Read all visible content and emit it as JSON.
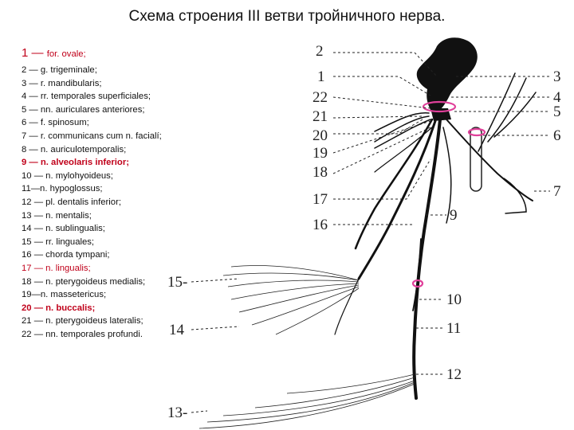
{
  "title": "Схема строения III ветви тройничного нерва.",
  "legend": [
    {
      "num": "1",
      "sep": " — ",
      "text": "for. ovale;",
      "highlight": true,
      "bold": false
    },
    {
      "num": "2",
      "sep": " — ",
      "text": "g. trigeminale;",
      "highlight": false,
      "bold": false
    },
    {
      "num": "3",
      "sep": " — ",
      "text": "r. mandibularis;",
      "highlight": false,
      "bold": false
    },
    {
      "num": "4",
      "sep": " — ",
      "text": "rr. temporales superficiales;",
      "highlight": false,
      "bold": false
    },
    {
      "num": "5",
      "sep": " — ",
      "text": "nn. auriculares anteriores;",
      "highlight": false,
      "bold": false
    },
    {
      "num": "6",
      "sep": " — ",
      "text": "f. spinosum;",
      "highlight": false,
      "bold": false
    },
    {
      "num": "7",
      "sep": " — ",
      "text": "r. communicans cum n. facialí;",
      "highlight": false,
      "bold": false
    },
    {
      "num": "8",
      "sep": " — ",
      "text": "n. auriculotemporalis;",
      "highlight": false,
      "bold": false
    },
    {
      "num": "9",
      "sep": " — ",
      "text": "n. alveolaris inferior;",
      "highlight": true,
      "bold": true
    },
    {
      "num": "10",
      "sep": " — ",
      "text": "n. mylohyoideus;",
      "highlight": false,
      "bold": false
    },
    {
      "num": "11",
      "sep": "—",
      "text": "n. hypoglossus;",
      "highlight": false,
      "bold": false
    },
    {
      "num": "12",
      "sep": " — ",
      "text": "pl. dentalis inferior;",
      "highlight": false,
      "bold": false
    },
    {
      "num": "13",
      "sep": " — ",
      "text": "n. mentalis;",
      "highlight": false,
      "bold": false
    },
    {
      "num": "14",
      "sep": " — ",
      "text": "n. sublingualis;",
      "highlight": false,
      "bold": false
    },
    {
      "num": "15",
      "sep": " — ",
      "text": "rr. linguales;",
      "highlight": false,
      "bold": false
    },
    {
      "num": "16",
      "sep": " — ",
      "text": "chorda tympani;",
      "highlight": false,
      "bold": false
    },
    {
      "num": "17",
      "sep": " — ",
      "text": "n. lingualis;",
      "highlight": true,
      "bold": false
    },
    {
      "num": "18",
      "sep": " — ",
      "text": "n. pterygoideus medialis;",
      "highlight": false,
      "bold": false
    },
    {
      "num": "19",
      "sep": "—",
      "text": "n. massetericus;",
      "highlight": false,
      "bold": false
    },
    {
      "num": "20",
      "sep": " — ",
      "text": "n. buccalis;",
      "highlight": true,
      "bold": true
    },
    {
      "num": "21",
      "sep": " — ",
      "text": "n. pterygoideus lateralis;",
      "highlight": false,
      "bold": false
    },
    {
      "num": "22",
      "sep": " — ",
      "text": "nn. temporales profundi.",
      "highlight": false,
      "bold": false
    }
  ],
  "diagram_labels": {
    "n1": "1",
    "n2": "2",
    "n3": "3",
    "n4": "4",
    "n5": "5",
    "n6": "6",
    "n7": "7",
    "n9": "9",
    "n10": "10",
    "n11": "11",
    "n12": "12",
    "n13": "13-",
    "n14": "14",
    "n15": "15-",
    "n16": "16",
    "n17": "17",
    "n18": "18",
    "n19": "19",
    "n20": "20",
    "n21": "21",
    "n22": "22"
  },
  "colors": {
    "highlight": "#c0001a",
    "foramen_ring": "#e0409a",
    "ink": "#111111"
  }
}
